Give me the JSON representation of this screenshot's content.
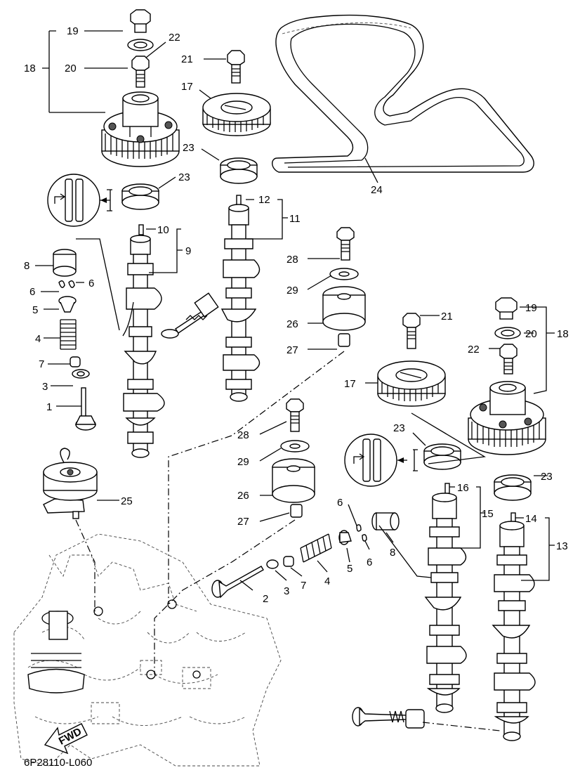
{
  "diagram": {
    "code": "6P28110-L060",
    "fwd_label": "FWD",
    "callouts": [
      {
        "id": "c19a",
        "text": "19"
      },
      {
        "id": "c20a",
        "text": "20"
      },
      {
        "id": "c18a",
        "text": "18"
      },
      {
        "id": "c22a",
        "text": "22"
      },
      {
        "id": "c21a",
        "text": "21"
      },
      {
        "id": "c17a",
        "text": "17"
      },
      {
        "id": "c23a",
        "text": "23"
      },
      {
        "id": "c23b",
        "text": "23"
      },
      {
        "id": "c24",
        "text": "24"
      },
      {
        "id": "c12",
        "text": "12"
      },
      {
        "id": "c11",
        "text": "11"
      },
      {
        "id": "c10",
        "text": "10"
      },
      {
        "id": "c9",
        "text": "9"
      },
      {
        "id": "c8a",
        "text": "8"
      },
      {
        "id": "c6a",
        "text": "6"
      },
      {
        "id": "c6b",
        "text": "6"
      },
      {
        "id": "c5a",
        "text": "5"
      },
      {
        "id": "c4a",
        "text": "4"
      },
      {
        "id": "c7a",
        "text": "7"
      },
      {
        "id": "c3a",
        "text": "3"
      },
      {
        "id": "c1",
        "text": "1"
      },
      {
        "id": "c28a",
        "text": "28"
      },
      {
        "id": "c29a",
        "text": "29"
      },
      {
        "id": "c26a",
        "text": "26"
      },
      {
        "id": "c27a",
        "text": "27"
      },
      {
        "id": "c21b",
        "text": "21"
      },
      {
        "id": "c17b",
        "text": "17"
      },
      {
        "id": "c19b",
        "text": "19"
      },
      {
        "id": "c20b",
        "text": "20"
      },
      {
        "id": "c18b",
        "text": "18"
      },
      {
        "id": "c22b",
        "text": "22"
      },
      {
        "id": "c28b",
        "text": "28"
      },
      {
        "id": "c23c",
        "text": "23"
      },
      {
        "id": "c29b",
        "text": "29"
      },
      {
        "id": "c16",
        "text": "16"
      },
      {
        "id": "c23d",
        "text": "23"
      },
      {
        "id": "c26b",
        "text": "26"
      },
      {
        "id": "c15",
        "text": "15"
      },
      {
        "id": "c14",
        "text": "14"
      },
      {
        "id": "c13",
        "text": "13"
      },
      {
        "id": "c27b",
        "text": "27"
      },
      {
        "id": "c6c",
        "text": "6"
      },
      {
        "id": "c6d",
        "text": "6"
      },
      {
        "id": "c8b",
        "text": "8"
      },
      {
        "id": "c5b",
        "text": "5"
      },
      {
        "id": "c4b",
        "text": "4"
      },
      {
        "id": "c7b",
        "text": "7"
      },
      {
        "id": "c3b",
        "text": "3"
      },
      {
        "id": "c2",
        "text": "2"
      },
      {
        "id": "c25",
        "text": "25"
      }
    ]
  }
}
